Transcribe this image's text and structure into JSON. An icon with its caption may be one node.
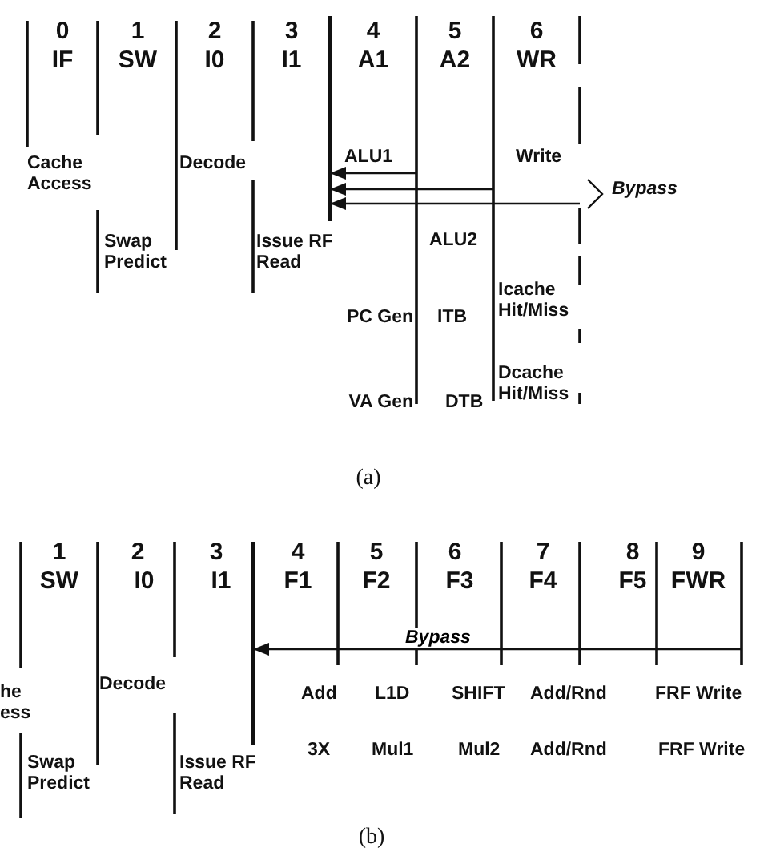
{
  "diagram": {
    "nodes": [
      {
        "text": [],
        "shape": "bar"
      },
      {
        "text": [],
        "shape": "bar"
      }
    ],
    "edges": [
      {
        "from": null,
        "to": 0,
        "arrow": "to"
      },
      {
        "from": null,
        "to": 0,
        "arrow": "to"
      },
      {
        "from": null,
        "to": 0,
        "arrow": "to"
      },
      {
        "from": null,
        "to": 1,
        "arrow": "to",
        "label": "Bypass"
      }
    ],
    "labels": [
      "0",
      "IF",
      "1",
      "SW",
      "2",
      "I0",
      "3",
      "I1",
      "4",
      "A1",
      "5",
      "A2",
      "6",
      "WR",
      "Cache Access",
      "Decode",
      "ALU1",
      "Write",
      "Bypass",
      "Swap Predict",
      "Issue RF Read",
      "ALU2",
      "PC Gen",
      "ITB",
      "Icache Hit/Miss",
      "VA Gen",
      "DTB",
      "Dcache Hit/Miss",
      "(a)",
      "1",
      "SW",
      "2",
      "I0",
      "3",
      "I1",
      "4",
      "F1",
      "5",
      "F2",
      "6",
      "F3",
      "7",
      "F4",
      "8",
      "F5",
      "9",
      "FWR",
      "he",
      "ess",
      "Decode",
      "Add",
      "L1D",
      "SHIFT",
      "Add/Rnd",
      "FRF Write",
      "3X",
      "Mul1",
      "Mul2",
      "Add/Rnd",
      "FRF Write",
      "Swap Predict",
      "Issue RF Read",
      "(b)"
    ]
  }
}
